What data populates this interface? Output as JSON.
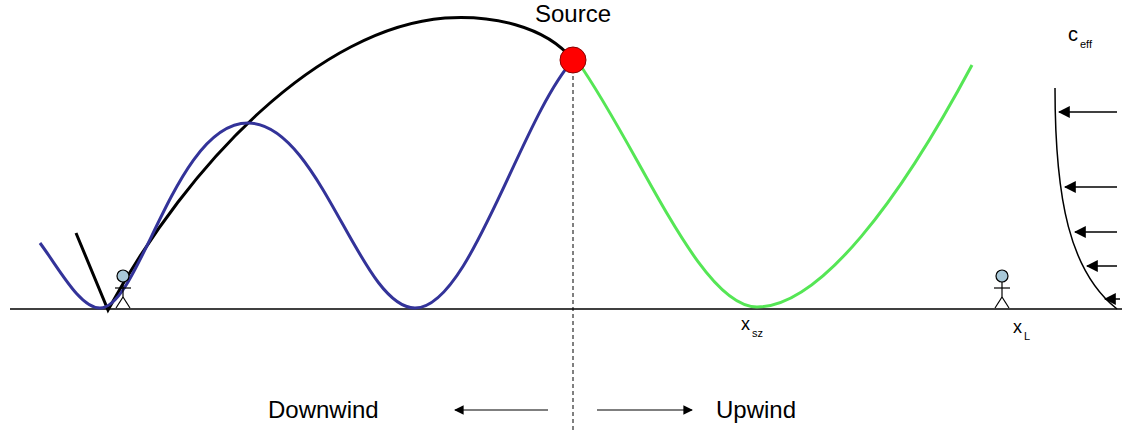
{
  "diagram": {
    "labels": [
      "Source",
      "x",
      "sz",
      "x",
      "L",
      "c",
      "eff",
      "Downwind",
      "Upwind"
    ]
  }
}
